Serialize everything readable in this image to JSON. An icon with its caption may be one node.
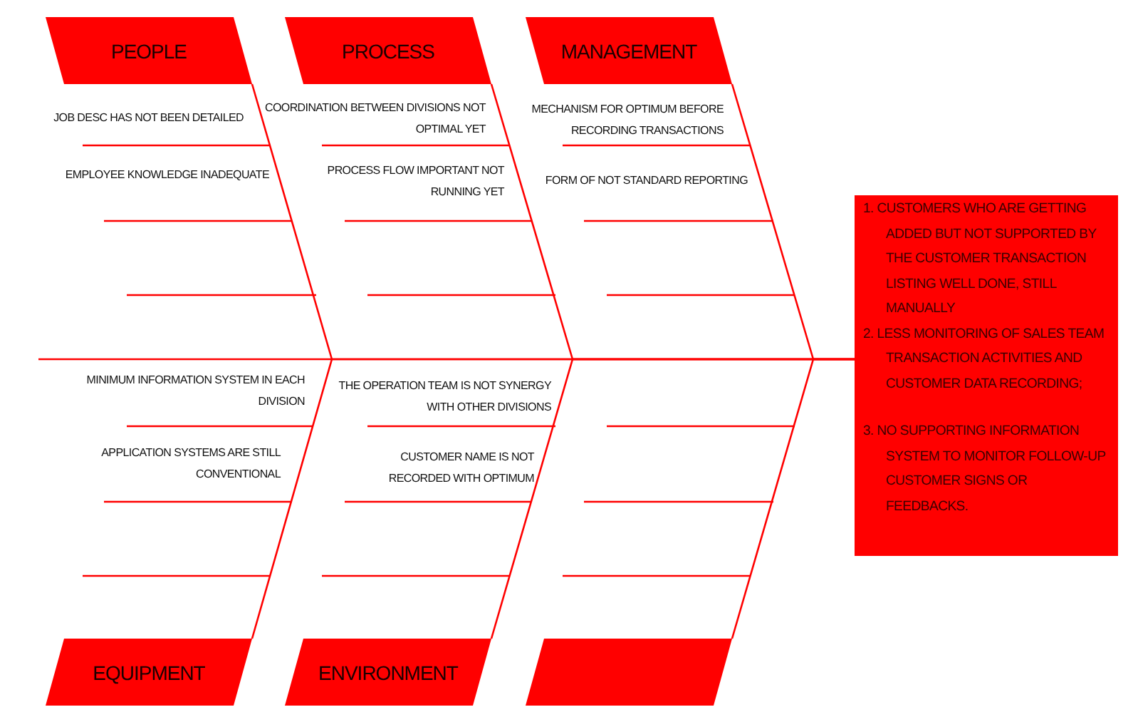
{
  "diagram": {
    "nodes": [
      {
        "text": [
          "PEOPLE"
        ]
      },
      {
        "text": [
          "PROCESS"
        ]
      },
      {
        "text": [
          "MANAGEMENT"
        ]
      },
      {
        "text": [
          "1. CUSTOMERS WHO ARE GETTING ADDED BUT NOT SUPPORTED BY THE CUSTOMER TRANSACTION LISTING WELL DONE, STILL MANUALLY",
          "2. LESS MONITORING OF SALES TEAM TRANSACTION ACTIVITIES AND CUSTOMER DATA RECORDING;",
          "3. NO SUPPORTING INFORMATION SYSTEM TO MONITOR FOLLOW-UP CUSTOMER SIGNS OR FEEDBACKS."
        ]
      },
      {
        "text": [
          "EQUIPMENT"
        ]
      },
      {
        "text": [
          "ENVIRONMENT"
        ]
      },
      {
        "text": [],
        "shape": "parallelogram"
      }
    ],
    "edges": [
      {
        "from": 0,
        "to": 3,
        "arrow": "none"
      },
      {
        "from": 1,
        "to": 3,
        "arrow": "none"
      },
      {
        "from": 2,
        "to": 3,
        "arrow": "none"
      },
      {
        "from": 4,
        "to": 3,
        "arrow": "none"
      },
      {
        "from": 5,
        "to": 3,
        "arrow": "none"
      },
      {
        "from": 6,
        "to": 3,
        "arrow": "none"
      }
    ],
    "labels": [
      "JOB DESC HAS NOT BEEN DETAILED",
      "COORDINATION BETWEEN DIVISIONS NOT OPTIMAL YET",
      "MECHANISM FOR OPTIMUM BEFORE RECORDING TRANSACTIONS",
      "EMPLOYEE KNOWLEDGE INADEQUATE",
      "PROCESS FLOW IMPORTANT NOT RUNNING YET",
      "FORM OF NOT STANDARD REPORTING",
      "MINIMUM INFORMATION SYSTEM IN EACH DIVISION",
      "THE OPERATION TEAM IS NOT SYNERGY WITH OTHER DIVISIONS",
      "APPLICATION SYSTEMS ARE STILL CONVENTIONAL",
      "CUSTOMER NAME IS NOT RECORDED WITH OPTIMUM"
    ]
  }
}
